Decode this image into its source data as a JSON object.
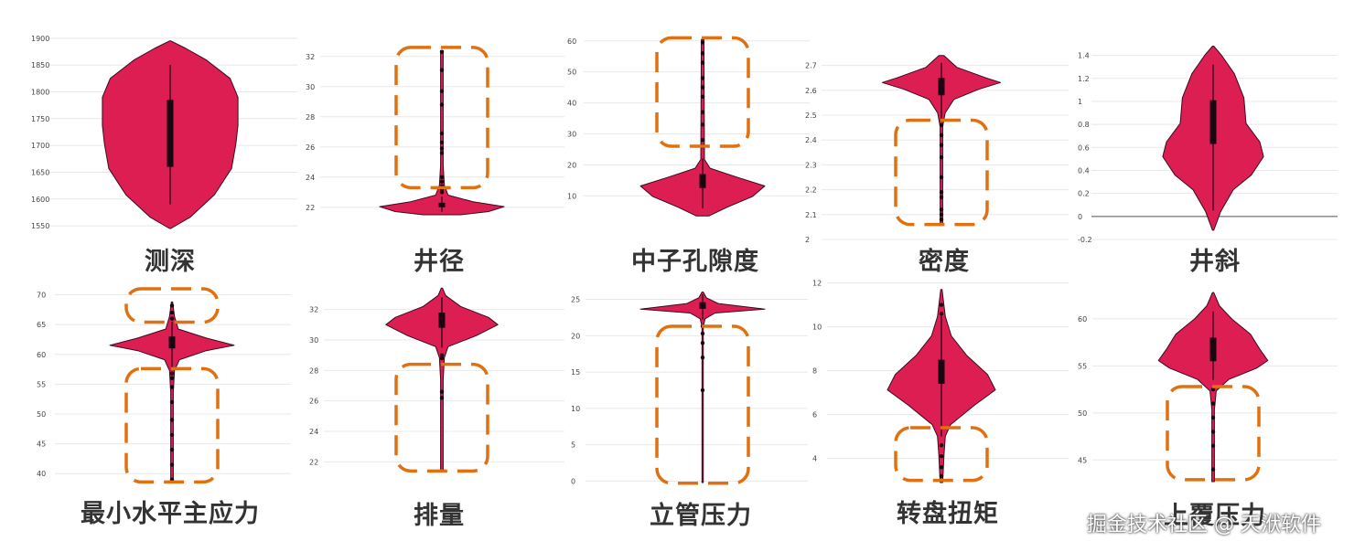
{
  "colors": {
    "violin_fill": "#DC1E53",
    "violin_stroke": "#3a0b1f",
    "box": "#1a0610",
    "highlight": "#E07010",
    "grid": "#e8e8e8"
  },
  "watermark": "掘金技术社区 @ 天洑软件",
  "chart_data": [
    {
      "type": "violin",
      "title": "测深",
      "yticks": [
        "1550",
        "1600",
        "1650",
        "1700",
        "1750",
        "1800",
        "1850",
        "1900"
      ],
      "ylim": [
        1545,
        1910
      ],
      "y": {
        "min": 1545,
        "max": 1895,
        "q1": 1660,
        "q3": 1785,
        "wlo": 1590,
        "whi": 1850
      },
      "shape": [
        [
          0.0,
          0.0
        ],
        [
          0.06,
          0.28
        ],
        [
          0.18,
          0.62
        ],
        [
          0.32,
          0.86
        ],
        [
          0.45,
          0.92
        ],
        [
          0.55,
          0.95
        ],
        [
          0.7,
          0.95
        ],
        [
          0.8,
          0.84
        ],
        [
          0.9,
          0.5
        ],
        [
          0.96,
          0.22
        ],
        [
          1.0,
          0.0
        ]
      ],
      "points": [],
      "highlights": []
    },
    {
      "type": "violin",
      "title": "井径",
      "yticks": [
        "22",
        "24",
        "26",
        "28",
        "30",
        "32"
      ],
      "ylim": [
        21.2,
        33.2
      ],
      "y": {
        "min": 21.5,
        "max": 32.4,
        "q1": 22.0,
        "q3": 22.3,
        "wlo": 21.7,
        "whi": 22.7
      },
      "shape": [
        [
          0.0,
          0.3
        ],
        [
          0.02,
          0.75
        ],
        [
          0.05,
          1.0
        ],
        [
          0.08,
          0.5
        ],
        [
          0.12,
          0.1
        ],
        [
          0.18,
          0.04
        ],
        [
          0.3,
          0.02
        ],
        [
          1.0,
          0.02
        ]
      ],
      "points": [
        23.0,
        23.2,
        23.4,
        23.7,
        24.0,
        25.6,
        25.9,
        26.3,
        26.9,
        28.8,
        29.7,
        31.1,
        32.3
      ],
      "highlights": [
        {
          "y0": 23.3,
          "y1": 32.6
        }
      ]
    },
    {
      "type": "violin",
      "title": "中子孔隙度",
      "yticks": [
        "10",
        "20",
        "30",
        "40",
        "50",
        "60"
      ],
      "ylim": [
        3,
        62
      ],
      "y": {
        "min": 3.5,
        "max": 60.5,
        "q1": 12.5,
        "q3": 17.0,
        "wlo": 6.0,
        "whi": 22.0
      },
      "shape": [
        [
          0.0,
          0.1
        ],
        [
          0.05,
          0.4
        ],
        [
          0.11,
          0.8
        ],
        [
          0.17,
          1.0
        ],
        [
          0.22,
          0.55
        ],
        [
          0.27,
          0.12
        ],
        [
          0.32,
          0.03
        ],
        [
          1.0,
          0.02
        ]
      ],
      "points": [
        26,
        28,
        33,
        37,
        42,
        45,
        48,
        53,
        56,
        59.5
      ],
      "highlights": [
        {
          "y0": 26,
          "y1": 61
        }
      ]
    },
    {
      "type": "violin",
      "title": "密度",
      "yticks": [
        "2",
        "2.1",
        "2.2",
        "2.3",
        "2.4",
        "2.5",
        "2.6",
        "2.7"
      ],
      "ylim": [
        2.0,
        2.75
      ],
      "y": {
        "min": 2.06,
        "max": 2.74,
        "q1": 2.58,
        "q3": 2.65,
        "wlo": 2.48,
        "whi": 2.71
      },
      "shape": [
        [
          0.0,
          0.02
        ],
        [
          0.58,
          0.02
        ],
        [
          0.66,
          0.06
        ],
        [
          0.74,
          0.2
        ],
        [
          0.8,
          0.6
        ],
        [
          0.84,
          0.95
        ],
        [
          0.87,
          0.7
        ],
        [
          0.93,
          0.25
        ],
        [
          1.0,
          0.04
        ]
      ],
      "points": [
        2.08,
        2.1,
        2.12,
        2.17,
        2.19,
        2.25,
        2.33,
        2.38,
        2.42,
        2.46
      ],
      "highlights": [
        {
          "y0": 2.06,
          "y1": 2.48
        }
      ]
    },
    {
      "type": "violin",
      "title": "井斜",
      "yticks": [
        "-0.2",
        "0",
        "0.2",
        "0.4",
        "0.6",
        "0.8",
        "1",
        "1.2",
        "1.4"
      ],
      "ylim": [
        -0.2,
        1.5
      ],
      "y": {
        "min": -0.12,
        "max": 1.48,
        "q1": 0.63,
        "q3": 1.01,
        "wlo": 0.05,
        "whi": 1.32
      },
      "shape": [
        [
          0.0,
          0.0
        ],
        [
          0.1,
          0.14
        ],
        [
          0.22,
          0.38
        ],
        [
          0.3,
          0.72
        ],
        [
          0.4,
          0.95
        ],
        [
          0.48,
          0.88
        ],
        [
          0.58,
          0.62
        ],
        [
          0.72,
          0.58
        ],
        [
          0.85,
          0.4
        ],
        [
          0.95,
          0.16
        ],
        [
          1.0,
          0.0
        ]
      ],
      "points": [],
      "highlights": [],
      "zeroline": 0
    },
    {
      "type": "violin",
      "title": "最小水平主应力",
      "yticks": [
        "40",
        "45",
        "50",
        "55",
        "60",
        "65",
        "70"
      ],
      "ylim": [
        38.5,
        71
      ],
      "y": {
        "min": 38.5,
        "max": 68.8,
        "q1": 61.0,
        "q3": 63.0,
        "wlo": 57.8,
        "whi": 65.5
      },
      "shape": [
        [
          0.0,
          0.02
        ],
        [
          0.5,
          0.02
        ],
        [
          0.62,
          0.04
        ],
        [
          0.68,
          0.12
        ],
        [
          0.73,
          0.55
        ],
        [
          0.76,
          1.0
        ],
        [
          0.8,
          0.55
        ],
        [
          0.85,
          0.1
        ],
        [
          0.92,
          0.04
        ],
        [
          1.0,
          0.01
        ]
      ],
      "points": [
        39.0,
        41.5,
        44.0,
        46.5,
        49.0,
        52.0,
        54.5,
        56.0,
        56.8,
        66.0,
        67.0,
        68.2
      ],
      "highlights": [
        {
          "y0": 65.4,
          "y1": 71.0
        },
        {
          "y0": 38.6,
          "y1": 57.6
        }
      ]
    },
    {
      "type": "violin",
      "title": "排量",
      "yticks": [
        "22",
        "24",
        "26",
        "28",
        "30",
        "32"
      ],
      "ylim": [
        21,
        33.6
      ],
      "y": {
        "min": 21.4,
        "max": 33.4,
        "q1": 30.8,
        "q3": 31.8,
        "wlo": 29.5,
        "whi": 32.8
      },
      "shape": [
        [
          0.0,
          0.02
        ],
        [
          0.5,
          0.02
        ],
        [
          0.62,
          0.04
        ],
        [
          0.68,
          0.1
        ],
        [
          0.74,
          0.55
        ],
        [
          0.8,
          0.9
        ],
        [
          0.84,
          0.75
        ],
        [
          0.9,
          0.3
        ],
        [
          0.96,
          0.06
        ],
        [
          1.0,
          0.0
        ]
      ],
      "points": [
        26.2,
        26.6,
        28.8,
        29.0
      ],
      "highlights": [
        {
          "y0": 21.4,
          "y1": 28.4
        }
      ]
    },
    {
      "type": "violin",
      "title": "立管压力",
      "yticks": [
        "0",
        "5",
        "10",
        "15",
        "20",
        "25"
      ],
      "ylim": [
        -0.2,
        26.2
      ],
      "y": {
        "min": -0.2,
        "max": 26.0,
        "q1": 23.7,
        "q3": 24.6,
        "wlo": 22.2,
        "whi": 25.7
      },
      "shape": [
        [
          0.0,
          0.01
        ],
        [
          0.82,
          0.01
        ],
        [
          0.86,
          0.04
        ],
        [
          0.89,
          0.2
        ],
        [
          0.91,
          1.0
        ],
        [
          0.94,
          0.25
        ],
        [
          0.97,
          0.06
        ],
        [
          1.0,
          0.0
        ]
      ],
      "points": [
        12.5,
        17.0,
        19.0,
        20.3,
        21.3
      ],
      "highlights": [
        {
          "y0": -0.3,
          "y1": 21.3
        }
      ]
    },
    {
      "type": "violin",
      "title": "转盘扭矩",
      "yticks": [
        "4",
        "6",
        "8",
        "10",
        "12"
      ],
      "ylim": [
        2.9,
        11.9
      ],
      "y": {
        "min": 2.9,
        "max": 11.7,
        "q1": 7.4,
        "q3": 8.5,
        "wlo": 5.0,
        "whi": 10.5
      },
      "shape": [
        [
          0.0,
          0.02
        ],
        [
          0.15,
          0.04
        ],
        [
          0.24,
          0.06
        ],
        [
          0.3,
          0.14
        ],
        [
          0.4,
          0.5
        ],
        [
          0.48,
          0.82
        ],
        [
          0.56,
          0.7
        ],
        [
          0.66,
          0.38
        ],
        [
          0.76,
          0.15
        ],
        [
          0.86,
          0.06
        ],
        [
          1.0,
          0.0
        ]
      ],
      "points": [
        3.2,
        3.6,
        4.1,
        4.6,
        10.6,
        11.0
      ],
      "highlights": [
        {
          "y0": 3.0,
          "y1": 5.4
        }
      ]
    },
    {
      "type": "violin",
      "title": "上覆压力",
      "yticks": [
        "45",
        "50",
        "55",
        "60"
      ],
      "ylim": [
        42.6,
        63
      ],
      "y": {
        "min": 42.7,
        "max": 62.8,
        "q1": 55.5,
        "q3": 58.0,
        "wlo": 53.5,
        "whi": 60.8
      },
      "shape": [
        [
          0.0,
          0.02
        ],
        [
          0.38,
          0.02
        ],
        [
          0.48,
          0.05
        ],
        [
          0.54,
          0.25
        ],
        [
          0.6,
          0.7
        ],
        [
          0.64,
          0.88
        ],
        [
          0.7,
          0.75
        ],
        [
          0.78,
          0.6
        ],
        [
          0.86,
          0.3
        ],
        [
          0.93,
          0.1
        ],
        [
          1.0,
          0.0
        ]
      ],
      "points": [
        44.0,
        46.5,
        48.0,
        49.5,
        51.0,
        52.5
      ],
      "highlights": [
        {
          "y0": 42.9,
          "y1": 52.8
        }
      ]
    }
  ]
}
